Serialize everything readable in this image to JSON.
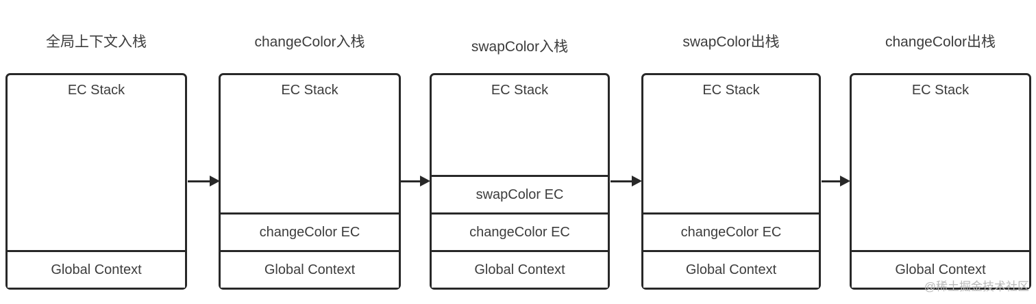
{
  "diagram": {
    "columns": [
      {
        "title": "全局上下文入栈",
        "stack_label": "EC Stack",
        "cells": [
          "Global Context"
        ]
      },
      {
        "title": "changeColor入栈",
        "stack_label": "EC Stack",
        "cells": [
          "changeColor EC",
          "Global Context"
        ]
      },
      {
        "title": "swapColor入栈",
        "stack_label": "EC Stack",
        "cells": [
          "swapColor EC",
          "changeColor EC",
          "Global Context"
        ]
      },
      {
        "title": "swapColor出栈",
        "stack_label": "EC Stack",
        "cells": [
          "changeColor EC",
          "Global Context"
        ]
      },
      {
        "title": "changeColor出栈",
        "stack_label": "EC Stack",
        "cells": [
          "Global Context"
        ]
      }
    ],
    "watermark": "@稀土掘金技术社区",
    "colors": {
      "border": "#282828",
      "text": "#3c3c3c",
      "watermark": "#b9b9b9",
      "background": "#ffffff"
    }
  }
}
